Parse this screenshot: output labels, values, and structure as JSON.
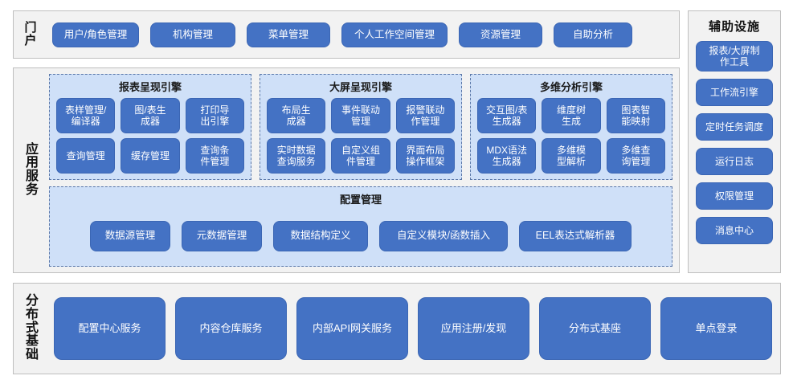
{
  "portal": {
    "label": "门户",
    "buttons": [
      "用户/角色管理",
      "机构管理",
      "菜单管理",
      "个人工作空间管理",
      "资源管理",
      "自助分析"
    ]
  },
  "aux": {
    "title": "辅助设施",
    "buttons": [
      "报表/大屏制\n作工具",
      "工作流引擎",
      "定时任务调度",
      "运行日志",
      "权限管理",
      "消息中心"
    ]
  },
  "app_services": {
    "label": "应用服务",
    "groups": [
      {
        "title": "报表呈现引擎",
        "buttons": [
          "表样管理/\n编译器",
          "图/表生\n成器",
          "打印导\n出引擎",
          "查询管理",
          "缓存管理",
          "查询条\n件管理"
        ]
      },
      {
        "title": "大屏呈现引擎",
        "buttons": [
          "布局生\n成器",
          "事件联动\n管理",
          "报警联动\n作管理",
          "实时数据\n查询服务",
          "自定义组\n件管理",
          "界面布局\n操作框架"
        ]
      },
      {
        "title": "多维分析引擎",
        "buttons": [
          "交互图/表\n生成器",
          "维度树\n生成",
          "图表智\n能映射",
          "MDX语法\n生成器",
          "多维模\n型解析",
          "多维查\n询管理"
        ]
      }
    ],
    "config": {
      "title": "配置管理",
      "buttons": [
        "数据源管理",
        "元数据管理",
        "数据结构定义",
        "自定义模块/函数插入",
        "EEL表达式解析器"
      ]
    }
  },
  "distributed_base": {
    "label": "分布式基础",
    "buttons": [
      "配置中心服务",
      "内容仓库服务",
      "内部API网关服务",
      "应用注册/发现",
      "分布式基座",
      "单点登录"
    ]
  },
  "colors": {
    "button_blue": "#4472C4",
    "group_bg": "#cfe0f8",
    "panel_bg": "#f2f2f2",
    "panel_border": "#bfbfbf",
    "dashed_border": "#5a77a8"
  }
}
